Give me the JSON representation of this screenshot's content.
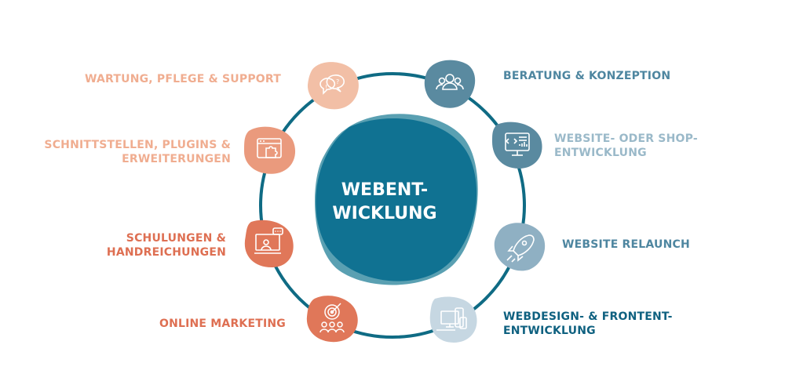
{
  "center": {
    "line1": "WEBENT-",
    "line2": "WICKLUNG"
  },
  "colors": {
    "ring": "#0f6b84",
    "blob_dark": "#0d7090",
    "blob_light": "#5aa0b2",
    "left_peach": "#f2bfa6",
    "left_salmon": "#ea9a7d",
    "left_coral": "#e07759",
    "right_slate": "#5a8aa0",
    "right_light": "#8fb0c3",
    "right_pale": "#c6d7e2",
    "text_peach": "#f0ad90",
    "text_coral": "#de6f52",
    "text_slate": "#4e86a0",
    "text_light": "#9ab9c9",
    "text_dark": "#0f6180"
  },
  "items": [
    {
      "id": "wartung",
      "lines": [
        "WARTUNG, PFLEGE & SUPPORT"
      ],
      "icon": "speech-bubbles-icon"
    },
    {
      "id": "schnittstellen",
      "lines": [
        "SCHNITTSTELLEN, PLUGINS &",
        "ERWEITERUNGEN"
      ],
      "icon": "puzzle-window-icon"
    },
    {
      "id": "schulungen",
      "lines": [
        "SCHULUNGEN &",
        "HANDREICHUNGEN"
      ],
      "icon": "presentation-icon"
    },
    {
      "id": "marketing",
      "lines": [
        "ONLINE MARKETING"
      ],
      "icon": "target-people-icon"
    },
    {
      "id": "beratung",
      "lines": [
        "BERATUNG & KONZEPTION"
      ],
      "icon": "people-group-icon"
    },
    {
      "id": "shop",
      "lines": [
        "WEBSITE- ODER SHOP-",
        "ENTWICKLUNG"
      ],
      "icon": "code-monitor-icon"
    },
    {
      "id": "relaunch",
      "lines": [
        "WEBSITE RELAUNCH"
      ],
      "icon": "rocket-icon"
    },
    {
      "id": "webdesign",
      "lines": [
        "WEBDESIGN- & FRONTENT-",
        "ENTWICKLUNG"
      ],
      "icon": "devices-icon"
    }
  ]
}
